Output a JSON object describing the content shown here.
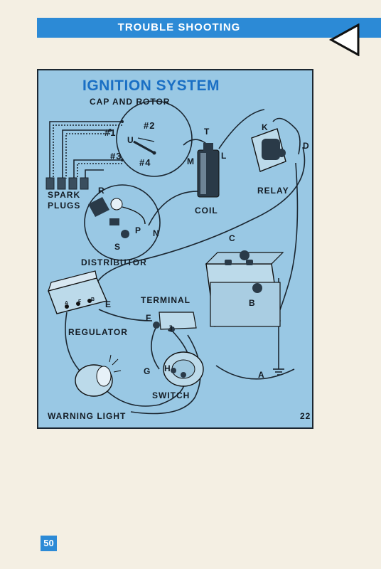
{
  "header": {
    "title": "TROUBLE SHOOTING"
  },
  "diagram": {
    "title": "IGNITION  SYSTEM",
    "labels": {
      "cap_and_rotor": "CAP AND ROTOR",
      "spark_plugs_line1": "SPARK",
      "spark_plugs_line2": "PLUGS",
      "coil": "COIL",
      "relay": "RELAY",
      "distributor": "DISTRIBUTOR",
      "terminal": "TERMINAL",
      "regulator": "REGULATOR",
      "switch": "SWITCH",
      "warning_light": "WARNING LIGHT",
      "figure_number": "22"
    },
    "cylinders": {
      "c1": "#1",
      "c2": "#2",
      "c3": "#3",
      "c4": "#4"
    },
    "points": {
      "U": "U",
      "T": "T",
      "L": "L",
      "M": "M",
      "K": "K",
      "D": "D",
      "R": "R",
      "P": "P",
      "N": "N",
      "S": "S",
      "C": "C",
      "B": "B",
      "A": "A",
      "E": "E",
      "F": "F",
      "J": "J",
      "G": "G",
      "H": "H",
      "reg_A": "A",
      "reg_F": "F",
      "reg_B": "B"
    }
  },
  "footer": {
    "page_number": "50"
  }
}
